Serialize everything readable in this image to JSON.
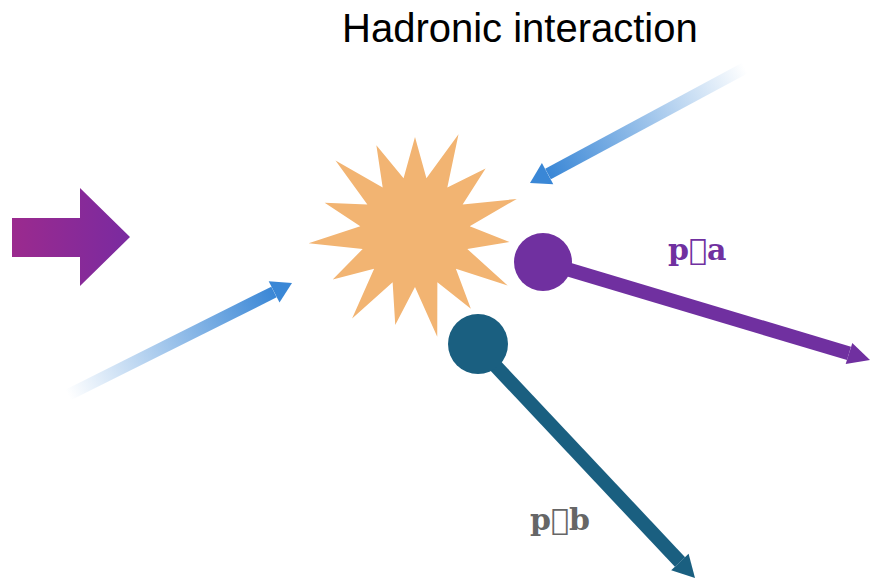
{
  "diagram": {
    "title": "Hadronic interaction",
    "labels": [
      "p⃗a",
      "p⃗b"
    ]
  }
}
